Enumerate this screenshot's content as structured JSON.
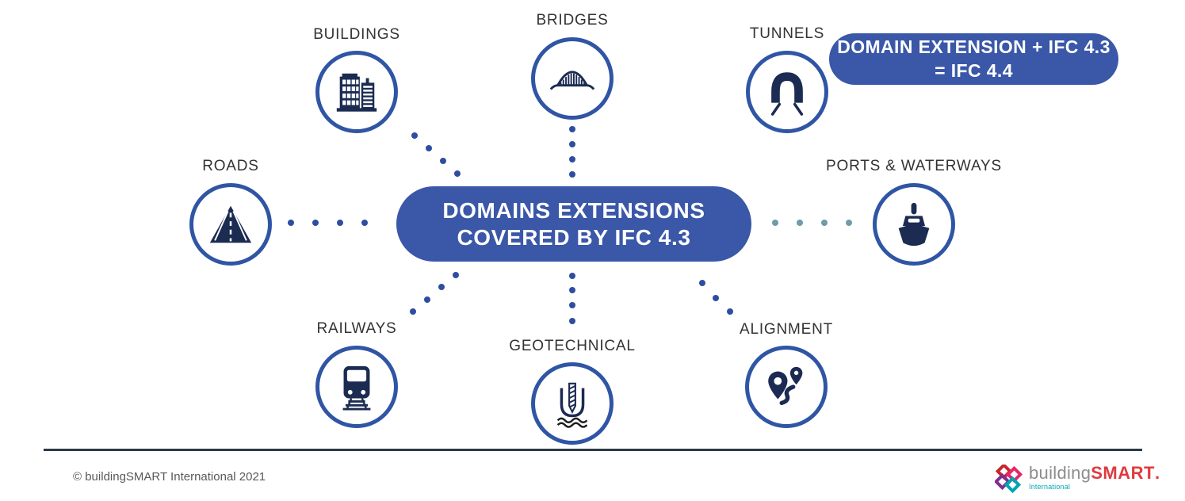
{
  "hub": {
    "line1": "DOMAINS EXTENSIONS",
    "line2": "COVERED BY IFC 4.3"
  },
  "equation_pill": {
    "line1": "DOMAIN EXTENSION + IFC 4.3",
    "line2": "= IFC 4.4"
  },
  "domains": [
    {
      "id": "buildings",
      "label": "BUILDINGS",
      "icon": "buildings-icon"
    },
    {
      "id": "bridges",
      "label": "BRIDGES",
      "icon": "bridge-icon"
    },
    {
      "id": "tunnels",
      "label": "TUNNELS",
      "icon": "tunnel-icon"
    },
    {
      "id": "roads",
      "label": "ROADS",
      "icon": "road-icon"
    },
    {
      "id": "ports",
      "label": "PORTS & WATERWAYS",
      "icon": "ship-icon"
    },
    {
      "id": "railways",
      "label": "RAILWAYS",
      "icon": "train-icon"
    },
    {
      "id": "geotechnical",
      "label": "GEOTECHNICAL",
      "icon": "borehole-drill-icon"
    },
    {
      "id": "alignment",
      "label": "ALIGNMENT",
      "icon": "map-pins-route-icon"
    }
  ],
  "footer": {
    "copyright": "© buildingSMART International 2021",
    "logo": {
      "part1": "building",
      "part2": "SMART",
      "part3": ".",
      "sub": "International"
    }
  },
  "colors": {
    "pill_blue": "#3a57a8",
    "circle_blue": "#2f55a4",
    "icon_navy": "#1b2b52",
    "dot_blue": "#2f4da0",
    "dot_teal": "#6e9ca8",
    "divider": "#2c3a46",
    "label_gray": "#333333",
    "logo_red": "#e03a3e",
    "logo_teal": "#00a7b6"
  }
}
